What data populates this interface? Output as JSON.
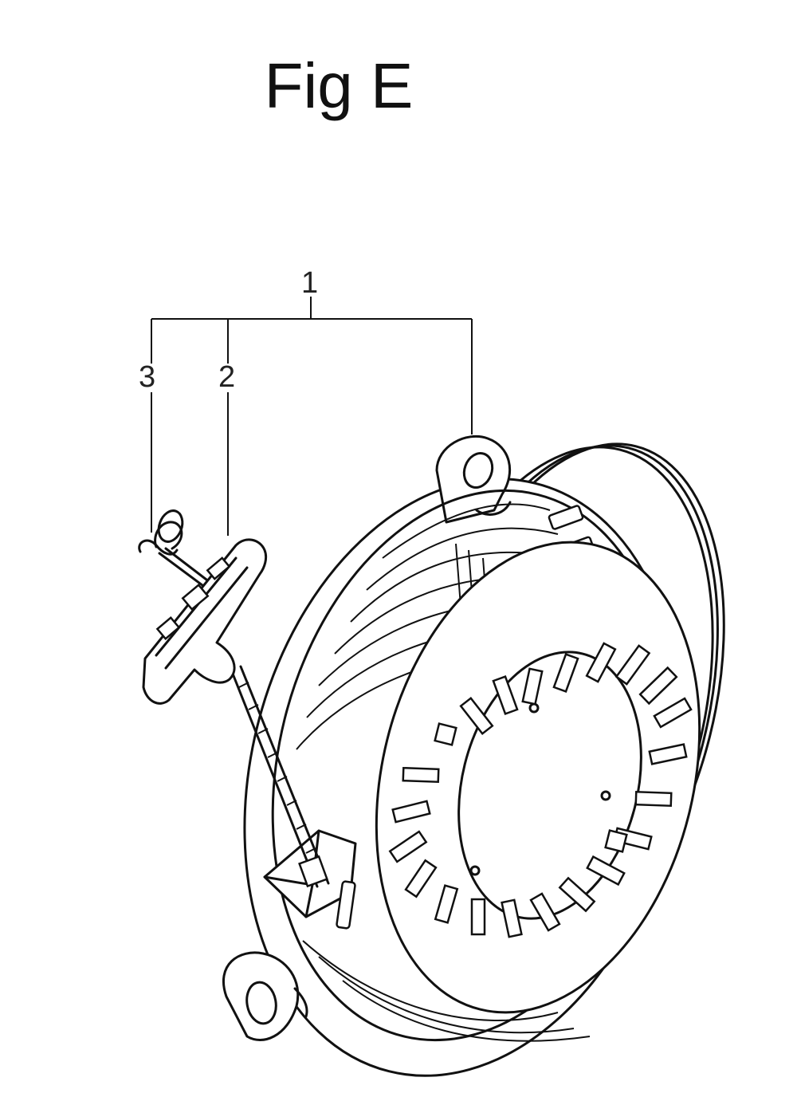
{
  "figure": {
    "title": "Fig E",
    "callouts": [
      {
        "number": "1",
        "part": "recoil-starter-assembly"
      },
      {
        "number": "2",
        "part": "starter-handle"
      },
      {
        "number": "3",
        "part": "rope-knot"
      }
    ]
  },
  "icons": [
    "recoil-starter-housing",
    "starter-handle",
    "starter-rope",
    "rope-knot"
  ]
}
